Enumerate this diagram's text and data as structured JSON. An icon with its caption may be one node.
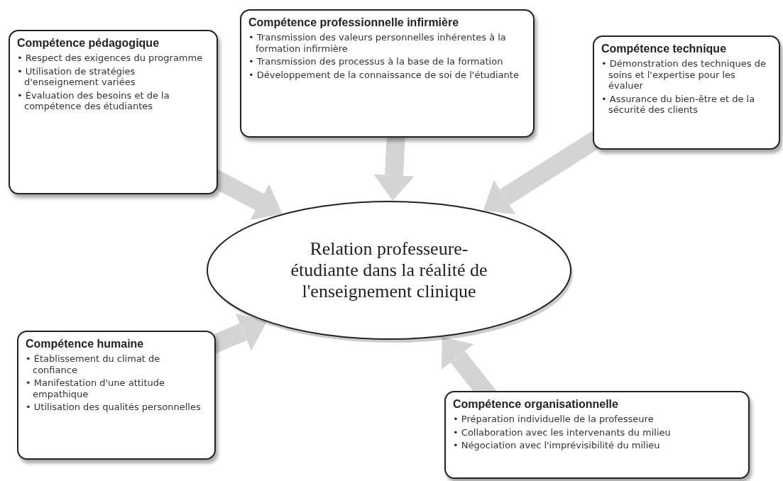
{
  "diagram": {
    "nodes": [
      {
        "text": [
          "Compétence pédagogique",
          "• Respect des exigences du programme",
          "• Utilisation de stratégies d'enseignement variées",
          "• Évaluation des besoins et de la compétence des étudiantes"
        ]
      },
      {
        "text": [
          "Compétence professionnelle infirmière",
          "• Transmission des  valeurs personnelles inhérentes à la formation infirmière",
          "• Transmission des processus à la base de la formation",
          "• Développement de la connaissance de soi de l'étudiante"
        ]
      },
      {
        "text": [
          "Compétence technique",
          "• Démonstration des techniques de soins et l'expertise pour les évaluer",
          "• Assurance du bien-être et de la sécurité des clients"
        ]
      },
      {
        "text": [
          "Relation professeure-étudiante dans la réalité de l'enseignement clinique"
        ]
      },
      {
        "text": [
          "Compétence humaine",
          "• Établissement du climat de confiance",
          "• Manifestation d'une attitude empathique",
          "• Utilisation des qualités personnelles"
        ]
      },
      {
        "text": [
          "Compétence organisationnelle",
          "• Préparation individuelle de la professeure",
          "• Collaboration avec les intervenants du milieu",
          "• Négociation avec l'imprévisibilité du milieu"
        ]
      }
    ],
    "edges": [
      {
        "from": 0,
        "to": 3,
        "arrow": "to"
      },
      {
        "from": 1,
        "to": 3,
        "arrow": "to"
      },
      {
        "from": 2,
        "to": 3,
        "arrow": "to"
      },
      {
        "from": 4,
        "to": 3,
        "arrow": "to"
      },
      {
        "from": 5,
        "to": 3,
        "arrow": "to"
      }
    ]
  }
}
